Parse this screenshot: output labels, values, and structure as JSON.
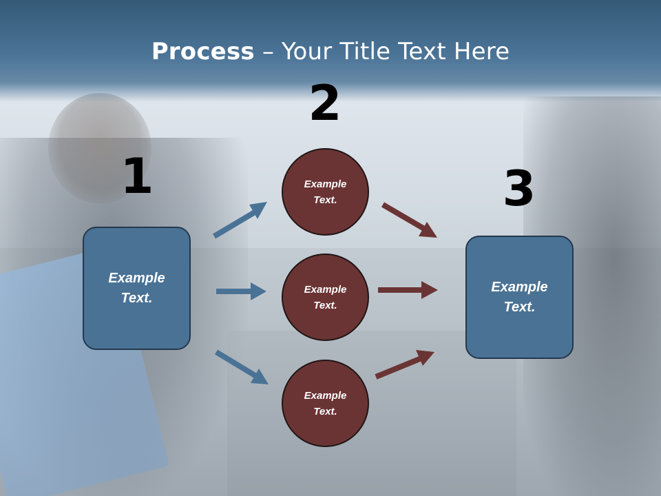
{
  "title": {
    "bold": "Process",
    "rest": " – Your Title Text Here"
  },
  "steps": [
    {
      "number": "1"
    },
    {
      "number": "2"
    },
    {
      "number": "3"
    }
  ],
  "boxes": {
    "left": "Example\nText.",
    "right": "Example\nText."
  },
  "circles": {
    "top": "Example\nText.",
    "middle": "Example\nText.",
    "bottom": "Example\nText."
  },
  "colors": {
    "header": "#4b7497",
    "box_fill": "#4a7295",
    "circle_fill": "#6b3434",
    "blue_arrow": "#4a7295",
    "red_arrow": "#6b3434"
  }
}
